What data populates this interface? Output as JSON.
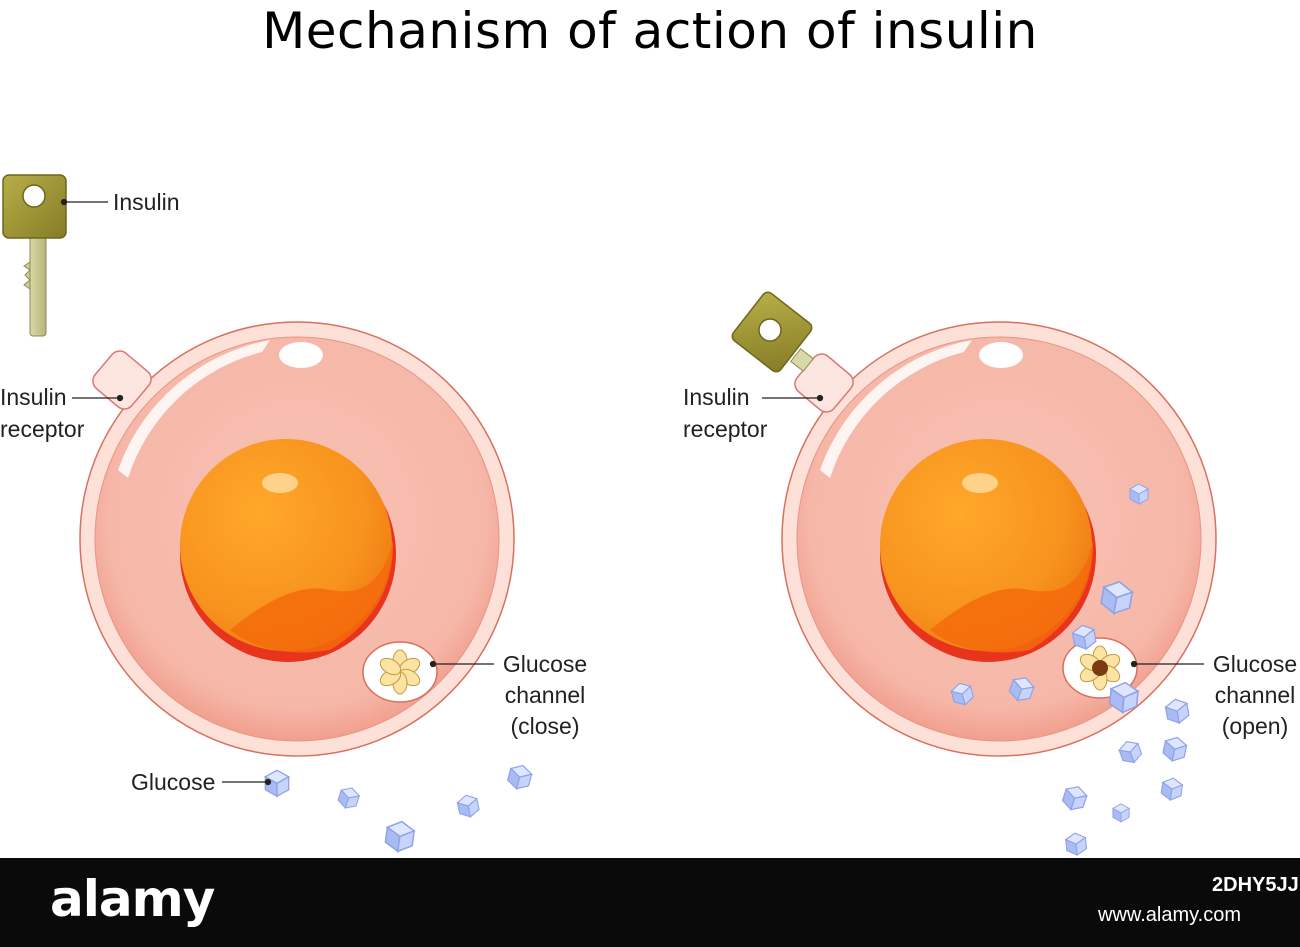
{
  "title": "Mechanism of action of insulin",
  "labels": {
    "insulin": "Insulin",
    "insulin_receptor_left": [
      "Insulin",
      "receptor"
    ],
    "insulin_receptor_right": [
      "Insulin",
      "receptor"
    ],
    "glucose_channel_close": [
      "Glucose",
      "channel",
      "(close)"
    ],
    "glucose_channel_open": [
      "Glucose",
      "channel",
      "(open)"
    ],
    "glucose": "Glucose"
  },
  "footer": {
    "logo": "alamy",
    "image_id": "2DHY5JJ",
    "site": "www.alamy.com"
  },
  "colors": {
    "cell_fill": "#f7c1b3",
    "nucleus": "#f7931e",
    "nucleus_shadow": "#e8341c",
    "key": "#a39a3a",
    "glucose": "#b8c7f7"
  }
}
